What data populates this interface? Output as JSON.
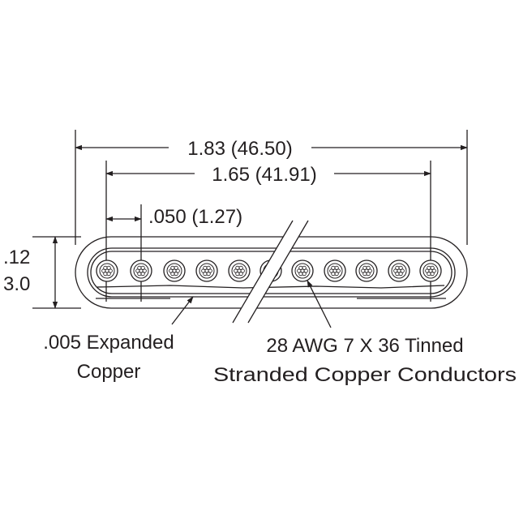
{
  "dimensions": {
    "overall_width": "1.83 (46.50)",
    "conductor_span": "1.65 (41.91)",
    "pitch": ".050 (1.27)",
    "thickness_in": ".12",
    "thickness_mm": "3.0"
  },
  "callouts": {
    "shield_line1": ".005 Expanded",
    "shield_line2": "Copper",
    "conductor_line1": "28 AWG 7 X 36 Tinned",
    "conductor_line2": "Stranded Copper Conductors"
  },
  "conductor_count": 11,
  "colors": {
    "line": "#231f20",
    "background": "#ffffff"
  }
}
